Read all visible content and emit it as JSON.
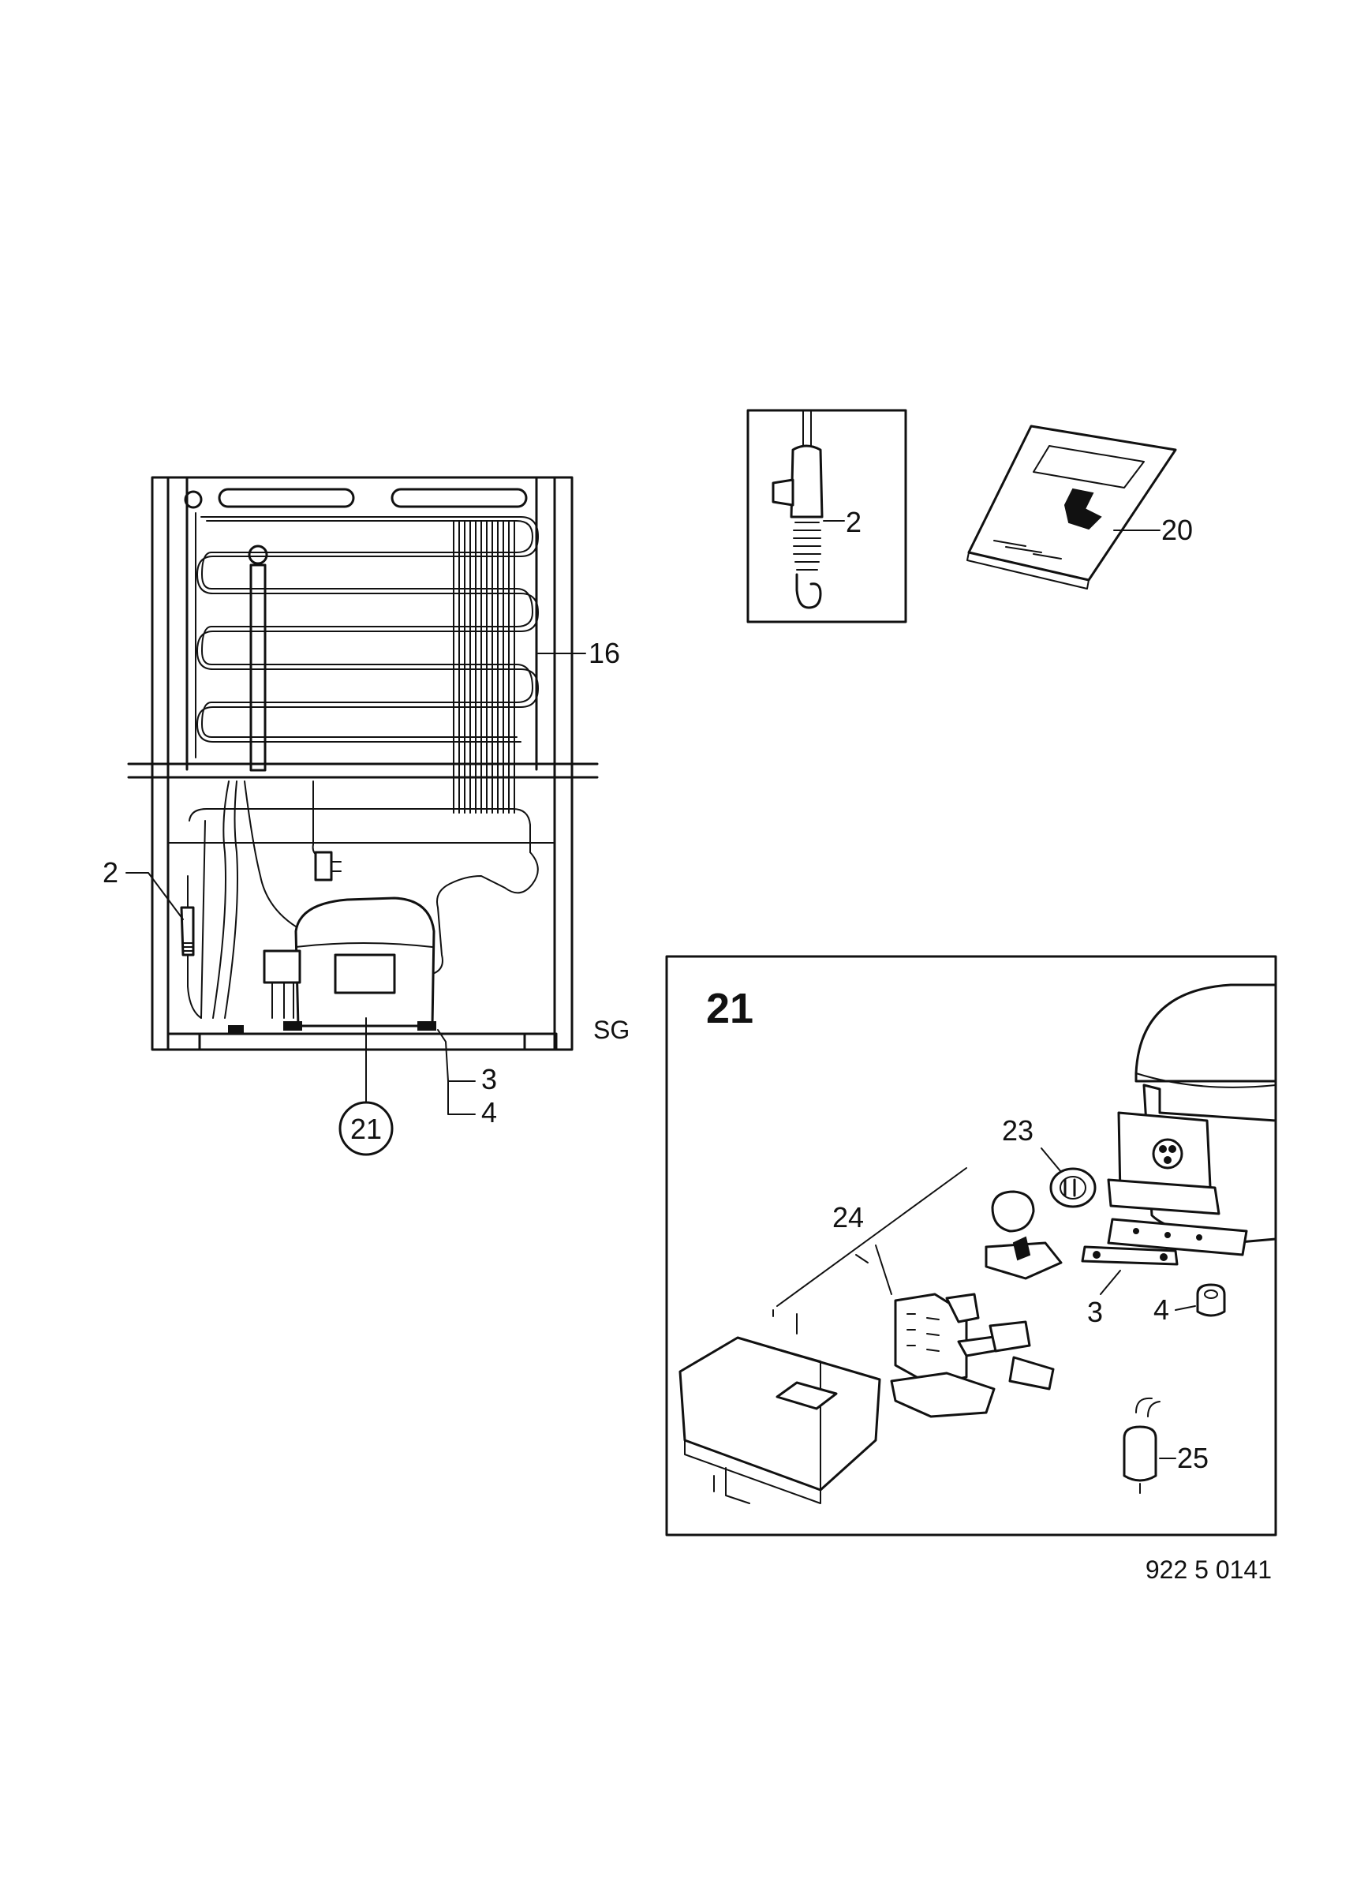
{
  "main_view": {
    "labels": {
      "valve": "2",
      "condenser": "16",
      "compressor": "21",
      "bracket": "3",
      "grommet": "4",
      "side_code": "SG"
    }
  },
  "detail_valve": {
    "label": "2"
  },
  "detail_manual": {
    "label": "20"
  },
  "inset": {
    "title": "21",
    "labels": {
      "overload": "23",
      "relay": "24",
      "bracket": "3",
      "grommet": "4",
      "capacitor": "25"
    }
  },
  "footer": {
    "part_code": "922 5 0141"
  }
}
